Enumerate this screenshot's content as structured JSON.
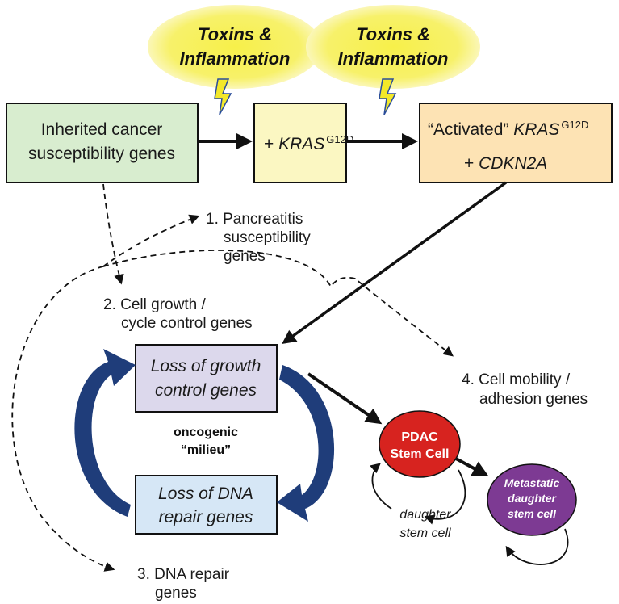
{
  "toxins": [
    {
      "line1": "Toxins &",
      "line2": "Inflammation"
    },
    {
      "line1": "Toxins &",
      "line2": "Inflammation"
    }
  ],
  "boxes": {
    "inherited": {
      "line1": "Inherited cancer",
      "line2": "susceptibility genes"
    },
    "kras": {
      "prefix": "+ ",
      "gene": "KRAS",
      "superscript": "G12D"
    },
    "activated": {
      "prefix": "“Activated” ",
      "gene": "KRAS",
      "superscript": "G12D",
      "line2_prefix": "+ ",
      "line2_gene": "CDKN2A"
    },
    "loss_growth": {
      "line1": "Loss of growth",
      "line2": "control genes"
    },
    "loss_dna": {
      "line1": "Loss of DNA",
      "line2": "repair genes"
    }
  },
  "milieu": {
    "line1": "oncogenic",
    "line2": "“milieu”"
  },
  "gene_groups": [
    {
      "line1": "1.  Pancreatitis",
      "line2": "susceptibility",
      "line3": "genes"
    },
    {
      "line1": "2.  Cell growth /",
      "line2": "cycle control genes"
    },
    {
      "line1": "3.  DNA repair",
      "line2": "genes"
    },
    {
      "line1": "4.  Cell mobility /",
      "line2": "adhesion genes"
    }
  ],
  "cells": {
    "pdac": {
      "line1": "PDAC",
      "line2": "Stem Cell"
    },
    "metastatic": {
      "line1": "Metastatic",
      "line2": "daughter",
      "line3": "stem cell"
    },
    "daughter_label": {
      "line1": "daughter",
      "line2": "stem cell"
    }
  },
  "colors": {
    "glow": "#f5ee5a",
    "inherited_fill": "#d8edcf",
    "kras_fill": "#fbf7c2",
    "activated_fill": "#fde3b4",
    "loss_growth_fill": "#dcd8ec",
    "loss_dna_fill": "#d6e7f6",
    "pdac_fill": "#d7231f",
    "metastatic_fill": "#7d3a93",
    "cycle_arrow": "#1f3d7a"
  }
}
